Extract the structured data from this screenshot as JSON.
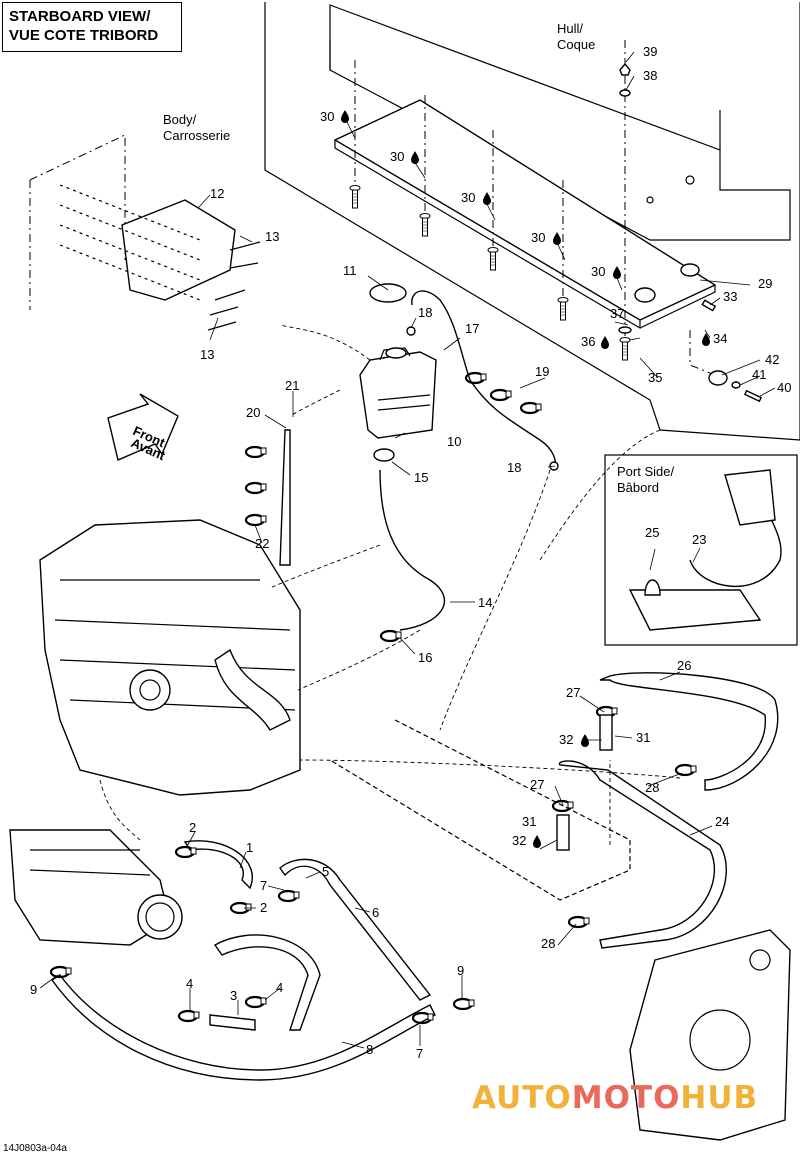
{
  "view_title": {
    "line1": "STARBOARD VIEW/",
    "line2": "VUE COTE TRIBORD"
  },
  "labels": {
    "hull_en": "Hull/",
    "hull_fr": "Coque",
    "body_en": "Body/",
    "body_fr": "Carrosserie",
    "front_en": "Front",
    "front_fr": "Avant",
    "port_en": "Port Side/",
    "port_fr": "Bâbord"
  },
  "callouts": {
    "c1": "1",
    "c2a": "2",
    "c2b": "2",
    "c3": "3",
    "c4a": "4",
    "c4b": "4",
    "c5": "5",
    "c6": "6",
    "c7a": "7",
    "c7b": "7",
    "c8": "8",
    "c9a": "9",
    "c9b": "9",
    "c10": "10",
    "c11": "11",
    "c12": "12",
    "c13a": "13",
    "c13b": "13",
    "c14": "14",
    "c15": "15",
    "c16": "16",
    "c17": "17",
    "c18a": "18",
    "c18b": "18",
    "c19": "19",
    "c20": "20",
    "c21": "21",
    "c22": "22",
    "c23": "23",
    "c24": "24",
    "c25": "25",
    "c26": "26",
    "c27a": "27",
    "c27b": "27",
    "c28a": "28",
    "c28b": "28",
    "c29": "29",
    "c30a": "30",
    "c30b": "30",
    "c30c": "30",
    "c30d": "30",
    "c30e": "30",
    "c31a": "31",
    "c31b": "31",
    "c32a": "32",
    "c32b": "32",
    "c33": "33",
    "c34": "34",
    "c35": "35",
    "c36": "36",
    "c37": "37",
    "c38": "38",
    "c39": "39",
    "c40": "40",
    "c41": "41",
    "c42": "42"
  },
  "drawing_code": "14J0803a-04a",
  "watermark": {
    "part1": "AUTO",
    "part2": "MOTO",
    "part3": "HUB"
  },
  "icons": {
    "drop": "drop-icon",
    "arrow": "front-arrow-icon"
  }
}
